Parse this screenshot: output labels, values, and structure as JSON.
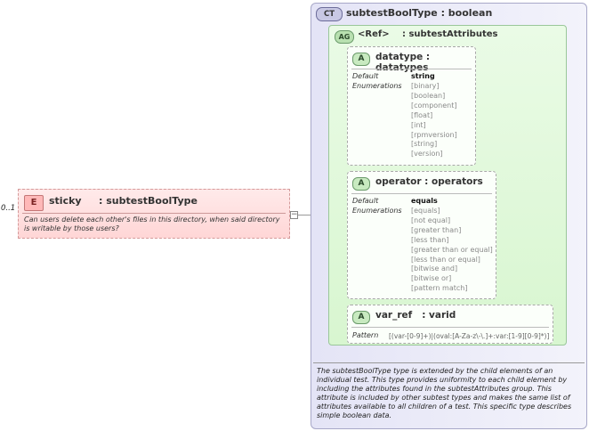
{
  "element": {
    "badge": "E",
    "name": "sticky",
    "type": ": subtestBoolType",
    "occurrence": "0..1",
    "documentation": "Can users delete each other's files in this directory, when said directory is writable by those users?",
    "collapse_symbol": "−"
  },
  "complex_type": {
    "badge": "CT",
    "title": "subtestBoolType : boolean",
    "documentation": "The subtestBoolType type is extended by the child elements of an individual test.  This type provides uniformity to each child element by including the attributes found in the subtestAttributes group.  This attribute is included by other subtest types and makes the same list of attributes available to all children of a test.  This specific type describes simple boolean data."
  },
  "attribute_group": {
    "badge": "AG",
    "ref": "<Ref>",
    "name": ": subtestAttributes"
  },
  "attributes": [
    {
      "badge": "A",
      "title": "datatype : datatypes",
      "default_label": "Default",
      "default_value": "string",
      "enum_label": "Enumerations",
      "enumerations": [
        "[binary]",
        "[boolean]",
        "[component]",
        "[float]",
        "[int]",
        "[rpmversion]",
        "[string]",
        "[version]"
      ]
    },
    {
      "badge": "A",
      "title": "operator : operators",
      "default_label": "Default",
      "default_value": "equals",
      "enum_label": "Enumerations",
      "enumerations": [
        "[equals]",
        "[not equal]",
        "[greater than]",
        "[less than]",
        "[greater than or equal]",
        "[less than or equal]",
        "[bitwise and]",
        "[bitwise or]",
        "[pattern match]"
      ]
    },
    {
      "badge": "A",
      "title": "var_ref   : varid",
      "pattern_label": "Pattern",
      "pattern_value": "[(var-[0-9]+)|(oval:[A-Za-z\\-\\.]+:var:[1-9][0-9]*)]"
    }
  ]
}
